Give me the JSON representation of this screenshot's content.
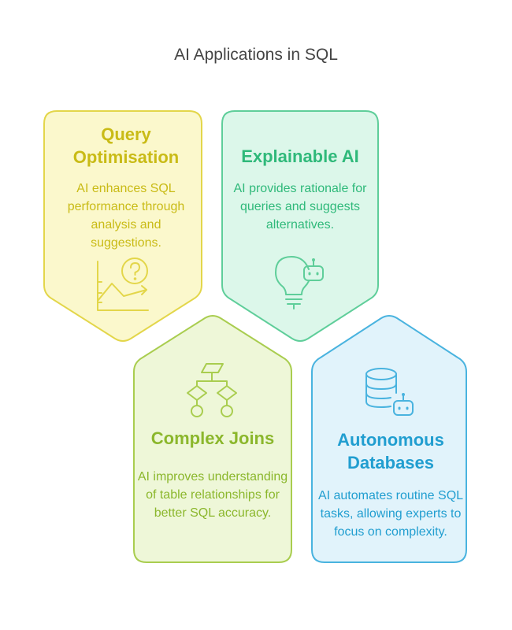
{
  "title": "AI Applications in SQL",
  "colors": {
    "yellow_fill": "#fbf8cc",
    "yellow_stroke": "#e3d64a",
    "yellow_text": "#c9bb16",
    "teal_fill": "#dcf7ea",
    "teal_stroke": "#5fce9a",
    "teal_text": "#2fb97a",
    "green_fill": "#eef7d8",
    "green_stroke": "#a9cd4f",
    "green_text": "#8bb72c",
    "blue_fill": "#e1f3fb",
    "blue_stroke": "#49b3df",
    "blue_text": "#219ed0"
  },
  "cards": [
    {
      "title": "Query Optimisation",
      "description": "AI enhances SQL performance through analysis and suggestions.",
      "icon": "chart-question-icon"
    },
    {
      "title": "Explainable AI",
      "description": "AI provides rationale for queries and suggests alternatives.",
      "icon": "lightbulb-robot-icon"
    },
    {
      "title": "Complex Joins",
      "description": "AI improves understanding of table relationships for better SQL accuracy.",
      "icon": "flowchart-icon"
    },
    {
      "title": "Autonomous Databases",
      "description": "AI automates routine SQL tasks, allowing experts to focus on complexity.",
      "icon": "database-robot-icon"
    }
  ]
}
